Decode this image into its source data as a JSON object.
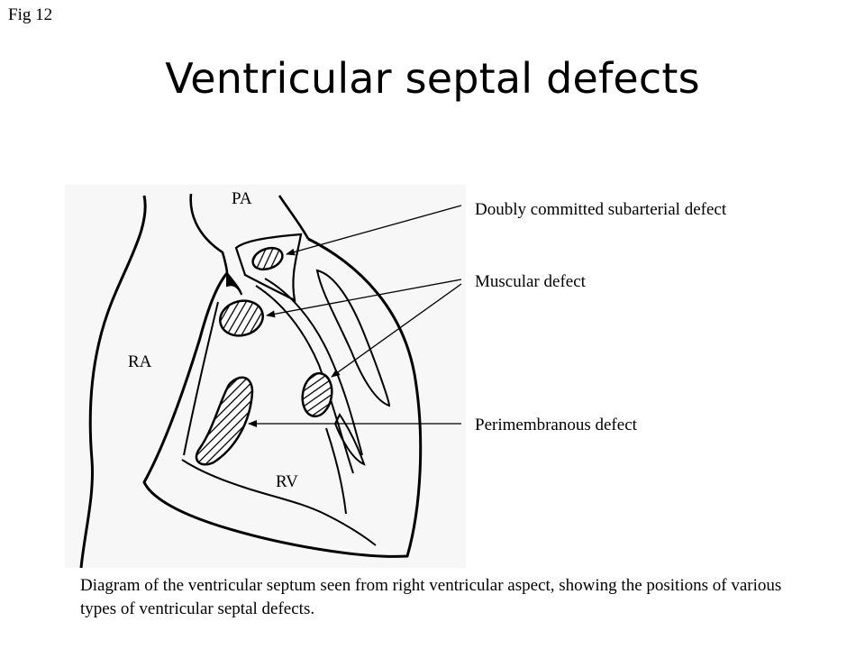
{
  "fig_label": "Fig 12",
  "title": "Ventricular septal defects",
  "labels": {
    "pa": "PA",
    "ra": "RA",
    "rv": "RV"
  },
  "callouts": {
    "doubly": "Doubly committed subarterial defect",
    "muscular": "Muscular defect",
    "perimembranous": "Perimembranous defect"
  },
  "caption": "Diagram of the ventricular septum seen from right ventricular aspect, showing the positions of various types of ventricular septal defects.",
  "colors": {
    "ink": "#000000",
    "background": "#ffffff",
    "panel": "#f7f7f7"
  }
}
